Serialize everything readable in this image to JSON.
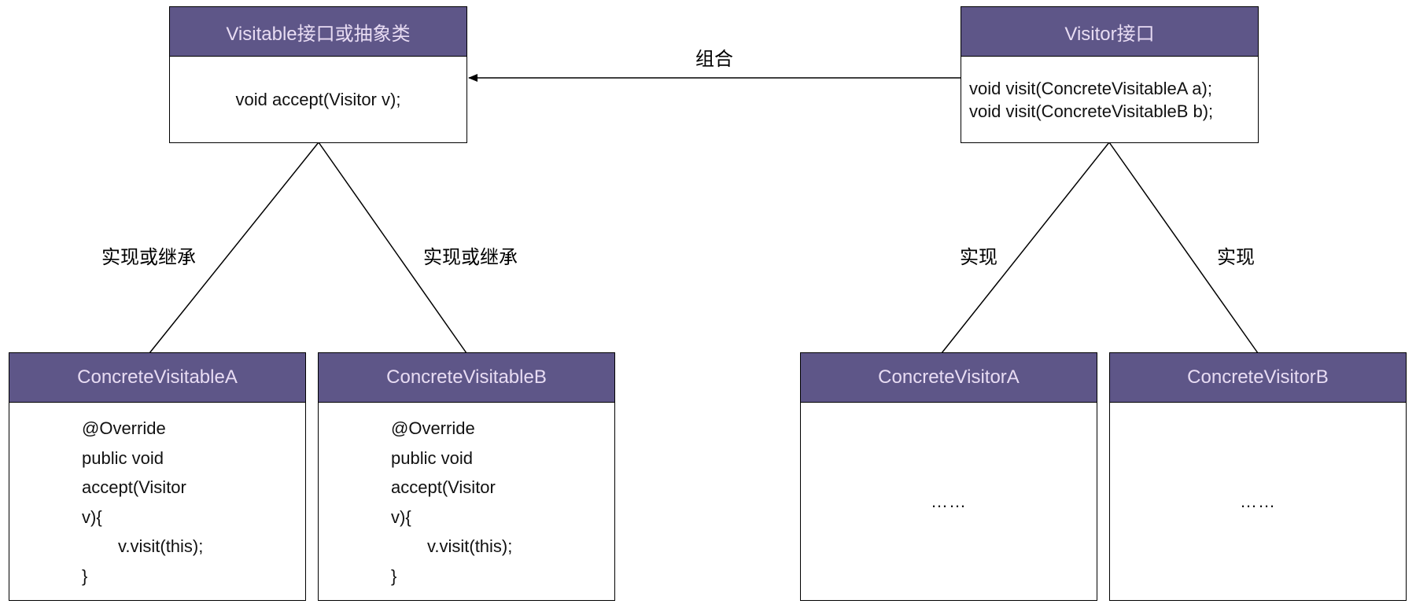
{
  "visitable": {
    "title": "Visitable接口或抽象类",
    "method": "void accept(Visitor v);"
  },
  "visitor": {
    "title": "Visitor接口",
    "methods": [
      "void visit(ConcreteVisitableA a);",
      "void visit(ConcreteVisitableB b);"
    ]
  },
  "concrete_visitable_a": {
    "title": "ConcreteVisitableA",
    "code": [
      "@Override",
      "public void",
      "accept(Visitor",
      "v){",
      "v.visit(this);",
      "}"
    ]
  },
  "concrete_visitable_b": {
    "title": "ConcreteVisitableB",
    "code": [
      "@Override",
      "public void",
      "accept(Visitor",
      "v){",
      "v.visit(this);",
      "}"
    ]
  },
  "concrete_visitor_a": {
    "title": "ConcreteVisitorA",
    "body": "……"
  },
  "concrete_visitor_b": {
    "title": "ConcreteVisitorB",
    "body": "……"
  },
  "edges": {
    "composition_label": "组合",
    "impl_or_inherit_left": "实现或继承",
    "impl_or_inherit_right": "实现或继承",
    "impl_left": "实现",
    "impl_right": "实现"
  },
  "colors": {
    "header_fill": "#5e5688",
    "header_text": "#e8dcf3",
    "line": "#000000"
  }
}
